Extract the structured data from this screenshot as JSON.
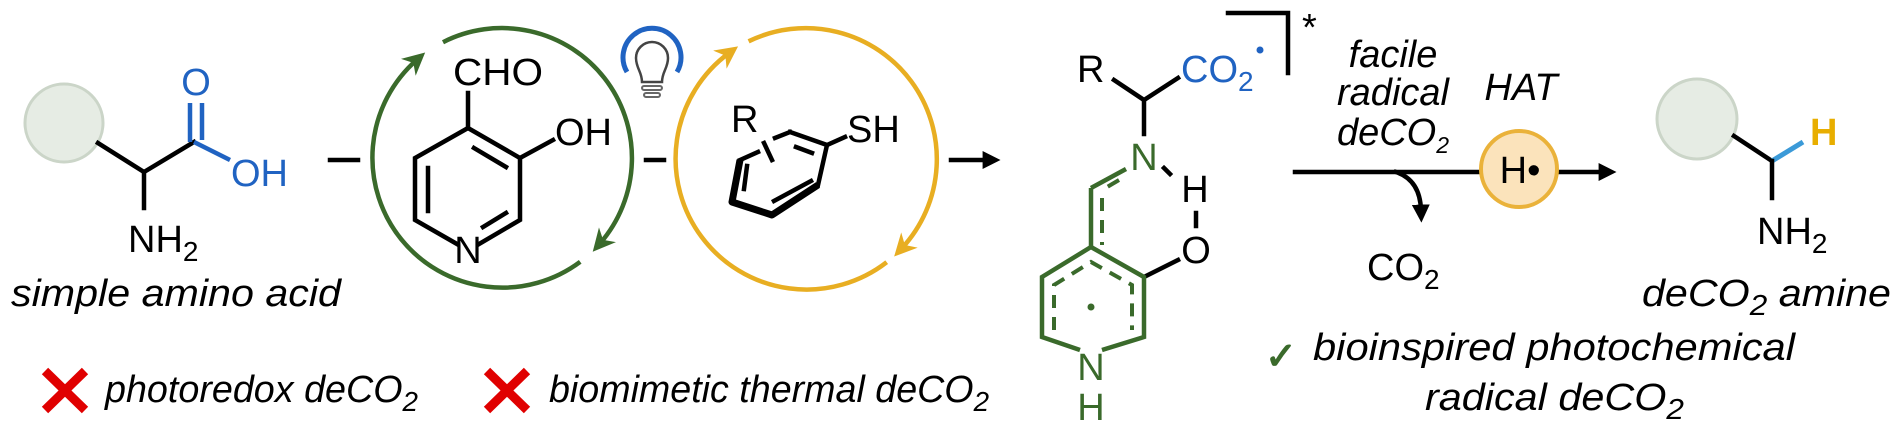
{
  "colors": {
    "green": "#3a6a2b",
    "blue": "#2063c2",
    "yellow": "#e8ae22",
    "gray_circle": "#e6ece4",
    "red": "#e00000",
    "bond_blue": "#3b9ad8",
    "h_yellow": "#e8ae00"
  },
  "amino_acid": {
    "o": "O",
    "oh": "OH",
    "nh": "NH",
    "sub": "2",
    "caption": "simple amino acid"
  },
  "pyridoxal": {
    "cho": "CHO",
    "oh": "OH",
    "n": "N"
  },
  "light_icon": "lightbulb-icon",
  "thiol": {
    "r": "R",
    "sh": "SH"
  },
  "intermediate": {
    "r": "R",
    "co": "CO",
    "sub": "2",
    "star": "*",
    "n": "N",
    "h": "H",
    "o": "O",
    "n_ring": "N",
    "h_ring": "H"
  },
  "reaction": {
    "line1": "facile",
    "line2": "radical",
    "line3_main": "deCO",
    "line3_sub": "2",
    "hat": "HAT",
    "h_radical": "H•",
    "byproduct_main": "CO",
    "byproduct_sub": "2"
  },
  "product": {
    "h": "H",
    "nh": "NH",
    "sub": "2",
    "caption_main": "deCO",
    "caption_sub": "2",
    "caption_rest": " amine"
  },
  "notes": {
    "bad1_main": "photoredox deCO",
    "bad1_sub": "2",
    "bad2_main": "biomimetic thermal deCO",
    "bad2_sub": "2",
    "check": "✓",
    "good_line1": "bioinspired photochemical",
    "good_line2_main": "radical deCO",
    "good_line2_sub": "2"
  }
}
